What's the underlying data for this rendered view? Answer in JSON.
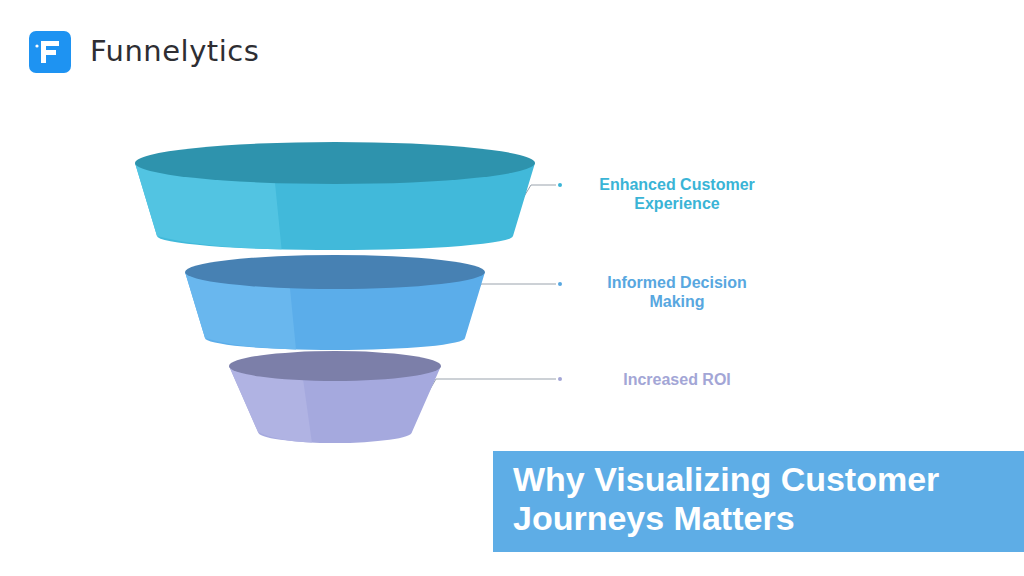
{
  "diagram": {
    "title": "Why Visualizing Customer Journeys Matters",
    "nodes": [
      {
        "text": [
          "Enhanced Customer Experience"
        ]
      },
      {
        "text": [
          "Informed Decision Making"
        ]
      },
      {
        "text": [
          "Increased ROI"
        ]
      }
    ],
    "labels": [
      "Funnelytics"
    ]
  }
}
